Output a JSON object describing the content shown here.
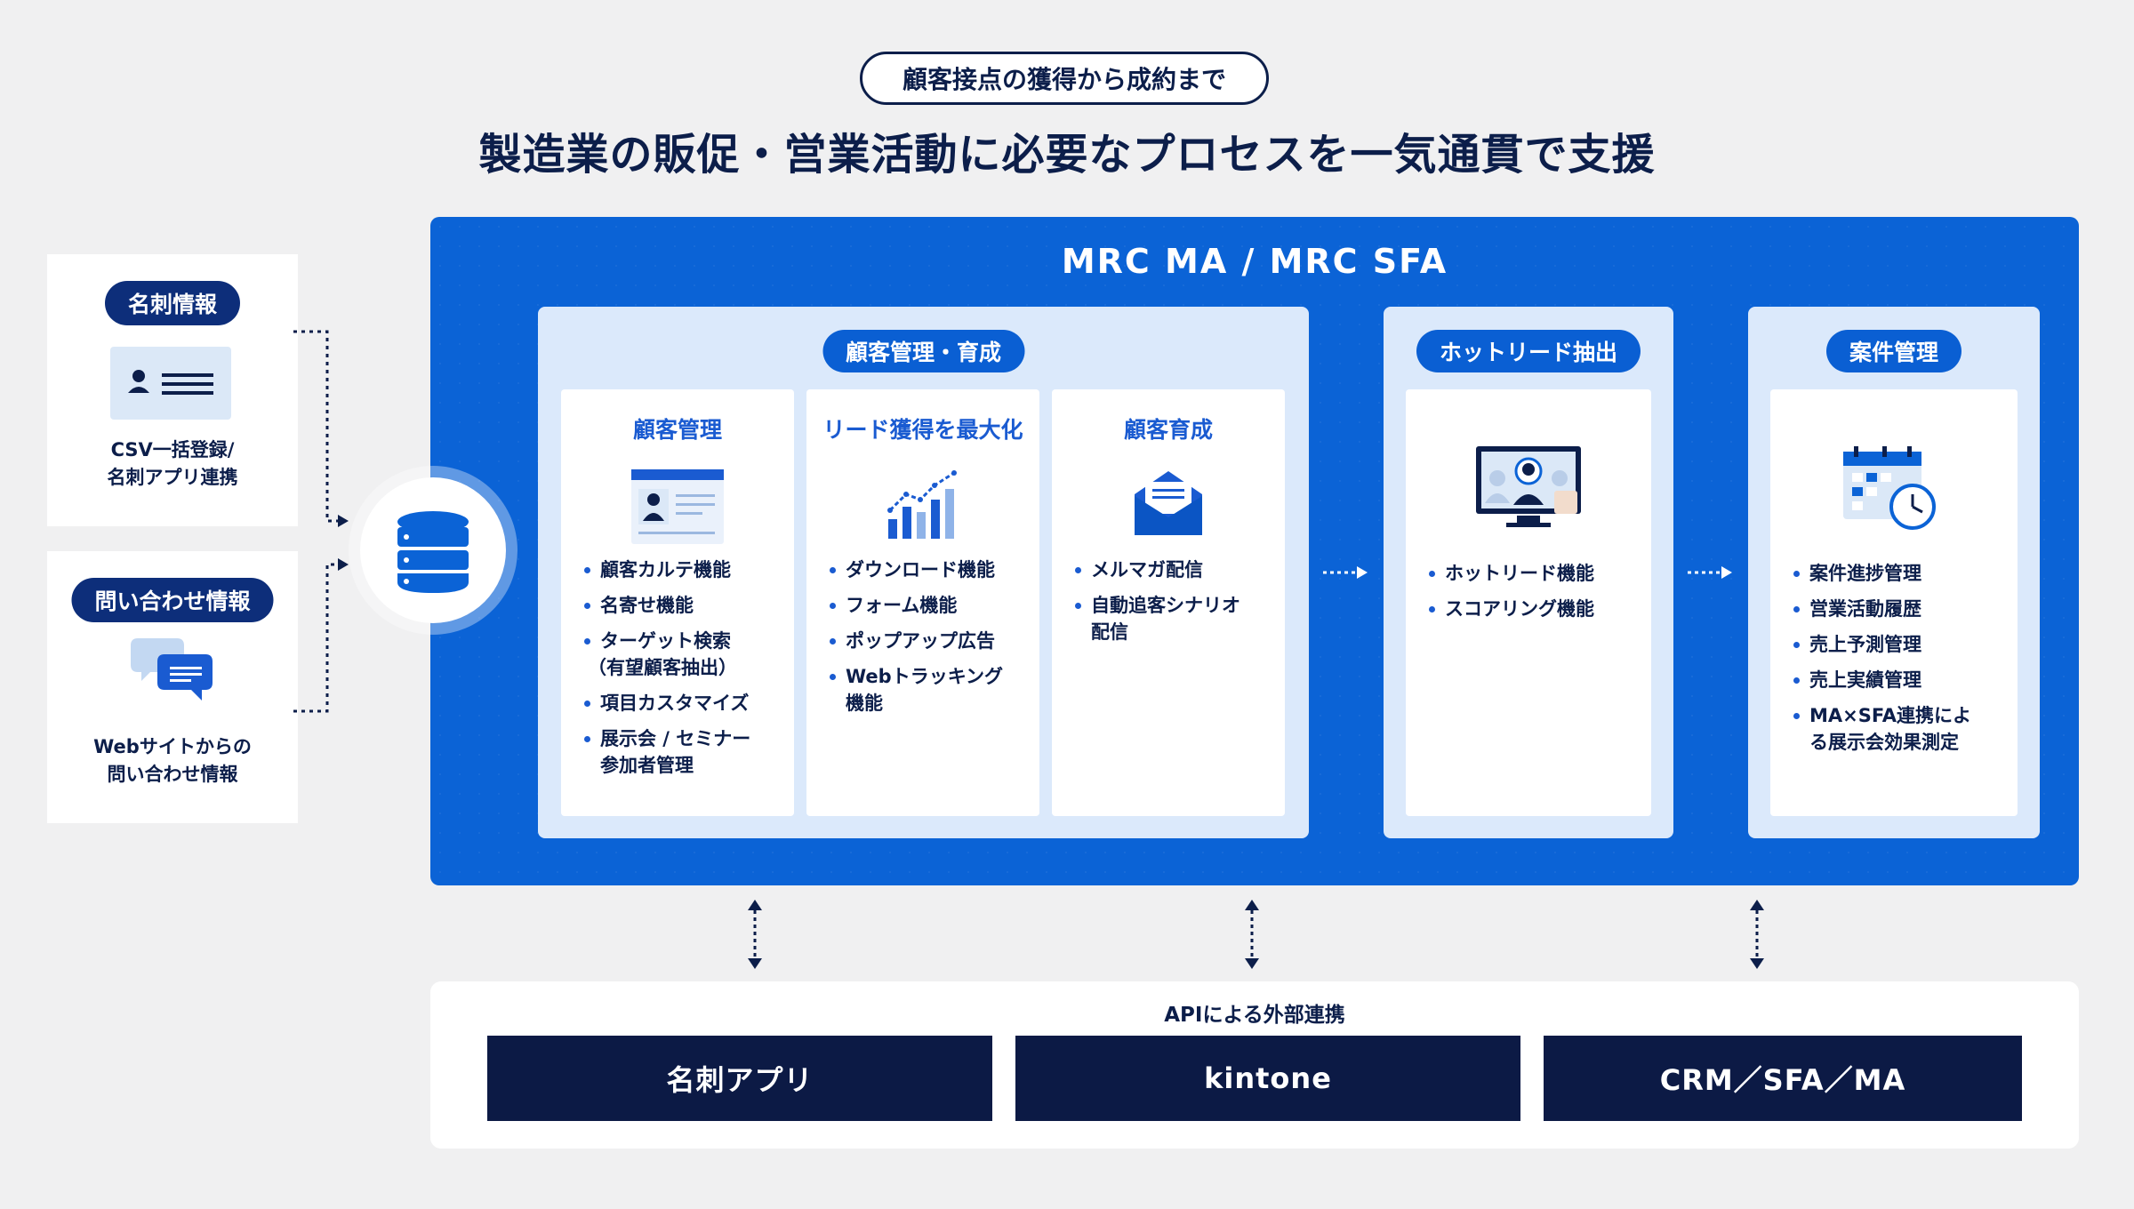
{
  "header": {
    "tag": "顧客接点の獲得から成約まで",
    "title": "製造業の販促・営業活動に必要なプロセスを一気通貫で支援"
  },
  "sources": [
    {
      "badge": "名刺情報",
      "lines": [
        "CSV一括登録/",
        "名刺アプリ連携"
      ],
      "icon": "business-card-icon"
    },
    {
      "badge": "問い合わせ情報",
      "lines": [
        "Webサイトからの",
        "問い合わせ情報"
      ],
      "icon": "chat-bubbles-icon"
    }
  ],
  "panel": {
    "title": "MRC MA / MRC SFA",
    "groups": [
      {
        "badge": "顧客管理・育成",
        "columns": [
          {
            "title": "顧客管理",
            "icon": "customer-profile-icon",
            "items": [
              "顧客カルテ機能",
              "名寄せ機能",
              "ターゲット検索",
              "（有望顧客抽出）",
              "項目カスタマイズ",
              "展示会 / セミナー",
              "参加者管理"
            ]
          },
          {
            "title": "リード獲得を最大化",
            "icon": "growth-chart-icon",
            "items": [
              "ダウンロード機能",
              "フォーム機能",
              "ポップアップ広告",
              "Webトラッキング",
              "機能"
            ]
          },
          {
            "title": "顧客育成",
            "icon": "mail-envelope-icon",
            "items": [
              "メルマガ配信",
              "自動追客シナリオ",
              "配信"
            ]
          }
        ]
      },
      {
        "badge": "ホットリード抽出",
        "icon": "monitor-user-icon",
        "items": [
          "ホットリード機能",
          "スコアリング機能"
        ]
      },
      {
        "badge": "案件管理",
        "icon": "calendar-clock-icon",
        "items": [
          "案件進捗管理",
          "営業活動履歴",
          "売上予測管理",
          "売上実績管理",
          "MA×SFA連携によ",
          "る展示会効果測定"
        ]
      }
    ]
  },
  "api": {
    "title": "APIによる外部連携",
    "buttons": [
      "名刺アプリ",
      "kintone",
      "CRM／SFA／MA"
    ]
  },
  "colors": {
    "navy": "#0c1e4a",
    "blue": "#0b63d6",
    "light_blue": "#dbe9fb",
    "dark_button": "#0c1a45"
  }
}
